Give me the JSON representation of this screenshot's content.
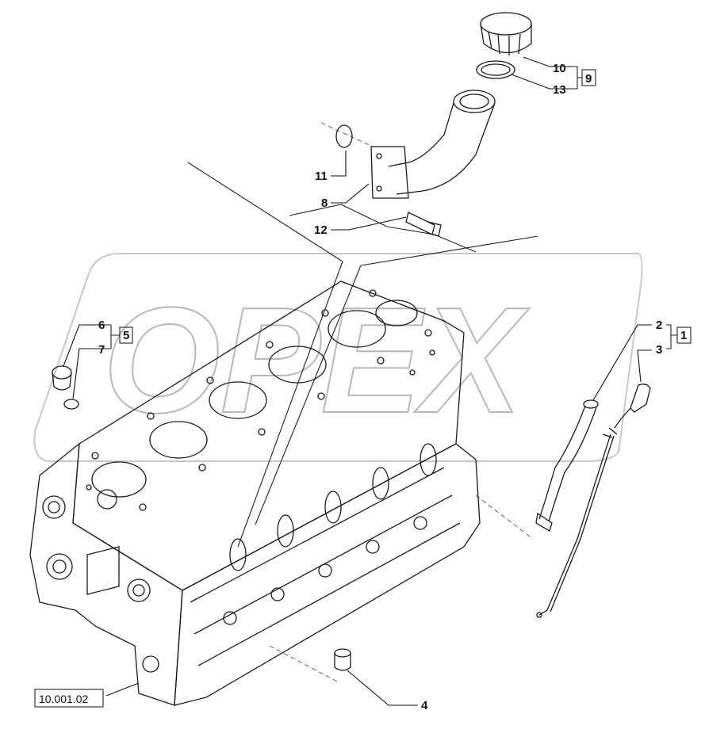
{
  "callouts": {
    "c1": "1",
    "c2": "2",
    "c3": "3",
    "c4": "4",
    "c5": "5",
    "c6": "6",
    "c7": "7",
    "c8": "8",
    "c9": "9",
    "c10": "10",
    "c11": "11",
    "c12": "12",
    "c13": "13"
  },
  "reference": "10.001.02",
  "watermark": "OPEX"
}
